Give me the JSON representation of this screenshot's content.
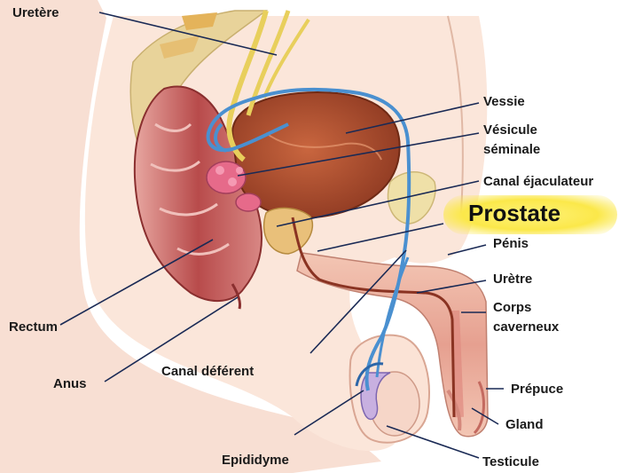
{
  "title": "Prostate",
  "labels": {
    "uretere": "Uretère",
    "vessie": "Vessie",
    "vesicule_1": "Vésicule",
    "vesicule_2": "séminale",
    "canal_ejaculateur": "Canal éjaculateur",
    "penis": "Pénis",
    "uretre": "Urètre",
    "corps_1": "Corps",
    "corps_2": "caverneux",
    "prepuce": "Prépuce",
    "gland": "Gland",
    "testicule": "Testicule",
    "epididyme": "Epididyme",
    "canal_deferent": "Canal déférent",
    "anus": "Anus",
    "rectum": "Rectum"
  },
  "colors": {
    "skin": "#f6d5c4",
    "bone": "#e8d9a0",
    "rectum": "#b34a4a",
    "bladder": "#b8502e",
    "vas_deferens": "#4a90d0",
    "ureter": "#e8d060",
    "highlight": "#fbe84a"
  }
}
